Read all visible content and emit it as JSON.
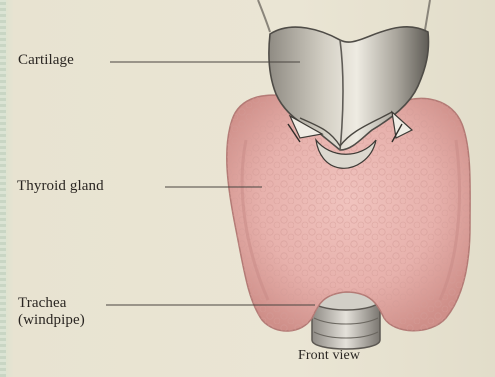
{
  "labels": {
    "cartilage": "Cartilage",
    "thyroid": "Thyroid gland",
    "trachea_line1": "Trachea",
    "trachea_line2": "(windpipe)"
  },
  "caption": "Front view",
  "colors": {
    "background": "#e6e1cf",
    "gland": "#e7b1ac",
    "gland_shadow": "#c98783",
    "cartilage": "#bdb9ad",
    "cartilage_shadow": "#6d6a63",
    "text": "#2a2622",
    "leader_line": "#4a4540"
  }
}
